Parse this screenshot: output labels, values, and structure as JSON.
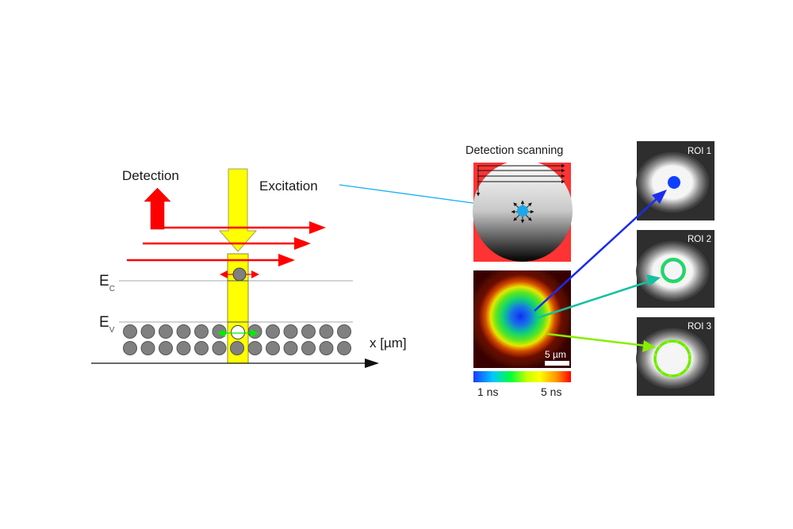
{
  "left_diagram": {
    "detection_label": "Detection",
    "excitation_label": "Excitation",
    "conduction_band_label": {
      "main": "E",
      "sub": "C"
    },
    "valence_band_label": {
      "main": "E",
      "sub": "V"
    },
    "axis_label": "x [µm]",
    "atoms_per_row": 13,
    "atom_rows": 2,
    "colors": {
      "excitation_beam": "#ffff00",
      "detection": "#ff0000",
      "electron_motion": "#ff0000",
      "hole_motion": "#00ee00",
      "atom": "#808080",
      "band_line": "#bbbbbb",
      "excitation_pointer": "#1ab0f0"
    }
  },
  "scanning_panel": {
    "title": "Detection scanning",
    "background_color": "#ff3333",
    "spot_color": "#1aa7ec",
    "scan_lines": 4
  },
  "flim_panel": {
    "scale_bar_label": "5 µm",
    "colorbar": {
      "min_label": "1 ns",
      "max_label": "5 ns",
      "colors": [
        "#1a3cff",
        "#00c8ff",
        "#00ff3c",
        "#c8ff00",
        "#ffff00",
        "#ff9600",
        "#ff0000"
      ]
    }
  },
  "roi_panels": [
    {
      "label": "ROI 1",
      "type": "dot",
      "arrow_color": "#1a2cf0",
      "marker_color": "#1040ff"
    },
    {
      "label": "ROI 2",
      "type": "ring-small",
      "arrow_color": "#14c0a0",
      "marker_color": "#22dd55"
    },
    {
      "label": "ROI 3",
      "type": "ring-large",
      "arrow_color": "#88ee00",
      "marker_color": "#66ee00"
    }
  ]
}
